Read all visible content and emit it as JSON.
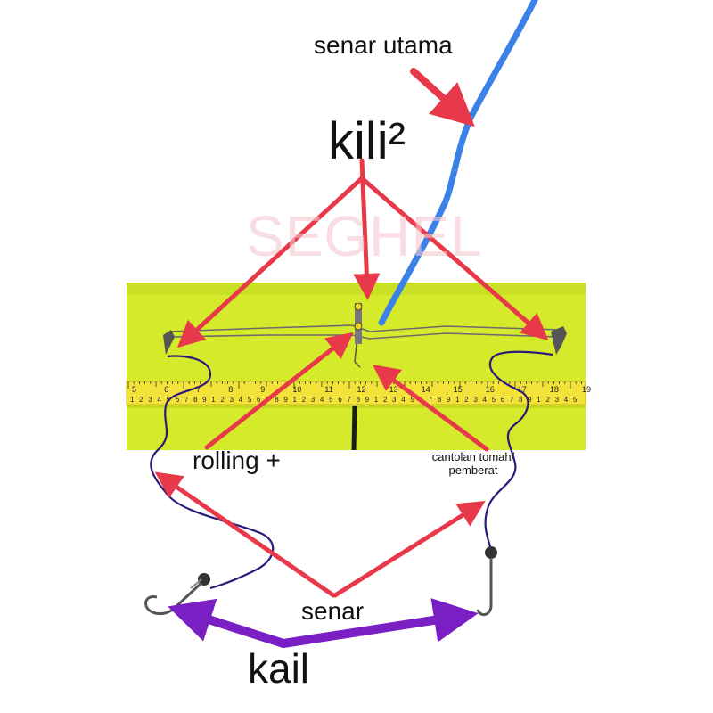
{
  "labels": {
    "main_line": "senar utama",
    "swivel": "kili²",
    "rolling": "rolling +",
    "weight_hook": "cantolan tomah/ pemberat",
    "leader_line": "senar",
    "hook": "kail"
  },
  "watermark": "SEGHEL",
  "ruler": {
    "top_numbers": [
      "5",
      "6",
      "7",
      "8",
      "9",
      "10",
      "11",
      "12",
      "13",
      "14",
      "15",
      "16",
      "17",
      "18",
      "19"
    ],
    "digits": [
      "1",
      "2",
      "3",
      "4",
      "5",
      "6",
      "7",
      "8",
      "9"
    ]
  },
  "colors": {
    "main_line": "#3b82e8",
    "arrow": "#e8394a",
    "leader": "#2c1a7a",
    "kail_arrow": "#7a1fc4",
    "board": "#d4ea2a",
    "ruler": "#f3e23a",
    "wire": "#6b6b6b"
  }
}
